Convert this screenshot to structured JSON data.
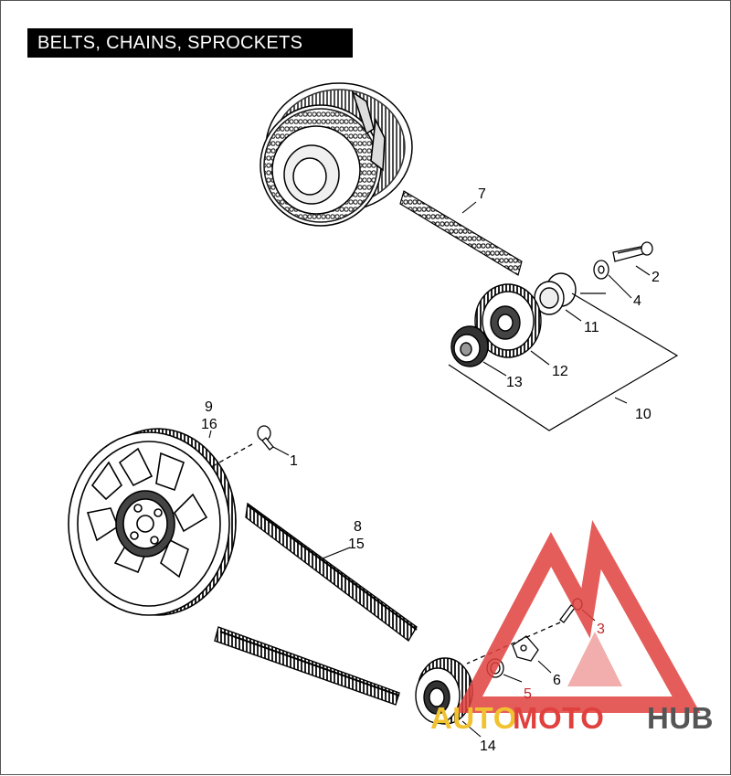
{
  "title": "BELTS, CHAINS, SPROCKETS",
  "callouts": [
    {
      "id": "c1",
      "text": "1"
    },
    {
      "id": "c2",
      "text": "2"
    },
    {
      "id": "c3",
      "text": "3"
    },
    {
      "id": "c4",
      "text": "4"
    },
    {
      "id": "c5",
      "text": "5"
    },
    {
      "id": "c6",
      "text": "6"
    },
    {
      "id": "c7",
      "text": "7"
    },
    {
      "id": "c8",
      "text": "8"
    },
    {
      "id": "c9",
      "text": "9"
    },
    {
      "id": "c10",
      "text": "10"
    },
    {
      "id": "c11",
      "text": "11"
    },
    {
      "id": "c12",
      "text": "12"
    },
    {
      "id": "c13",
      "text": "13"
    },
    {
      "id": "c14",
      "text": "14"
    },
    {
      "id": "c15",
      "text": "15"
    },
    {
      "id": "c16",
      "text": "16"
    }
  ],
  "watermark": {
    "part1": "AUTO",
    "part2": "MOTO",
    "part3": "HUB",
    "colors": {
      "logo": "#e0413e",
      "part1": "#f1c22f",
      "part2": "#e0413e",
      "part3": "#555555"
    }
  },
  "colors": {
    "title_bg": "#000000",
    "title_text": "#ffffff",
    "lines": "#000000",
    "red_callout": "#c0282a"
  }
}
